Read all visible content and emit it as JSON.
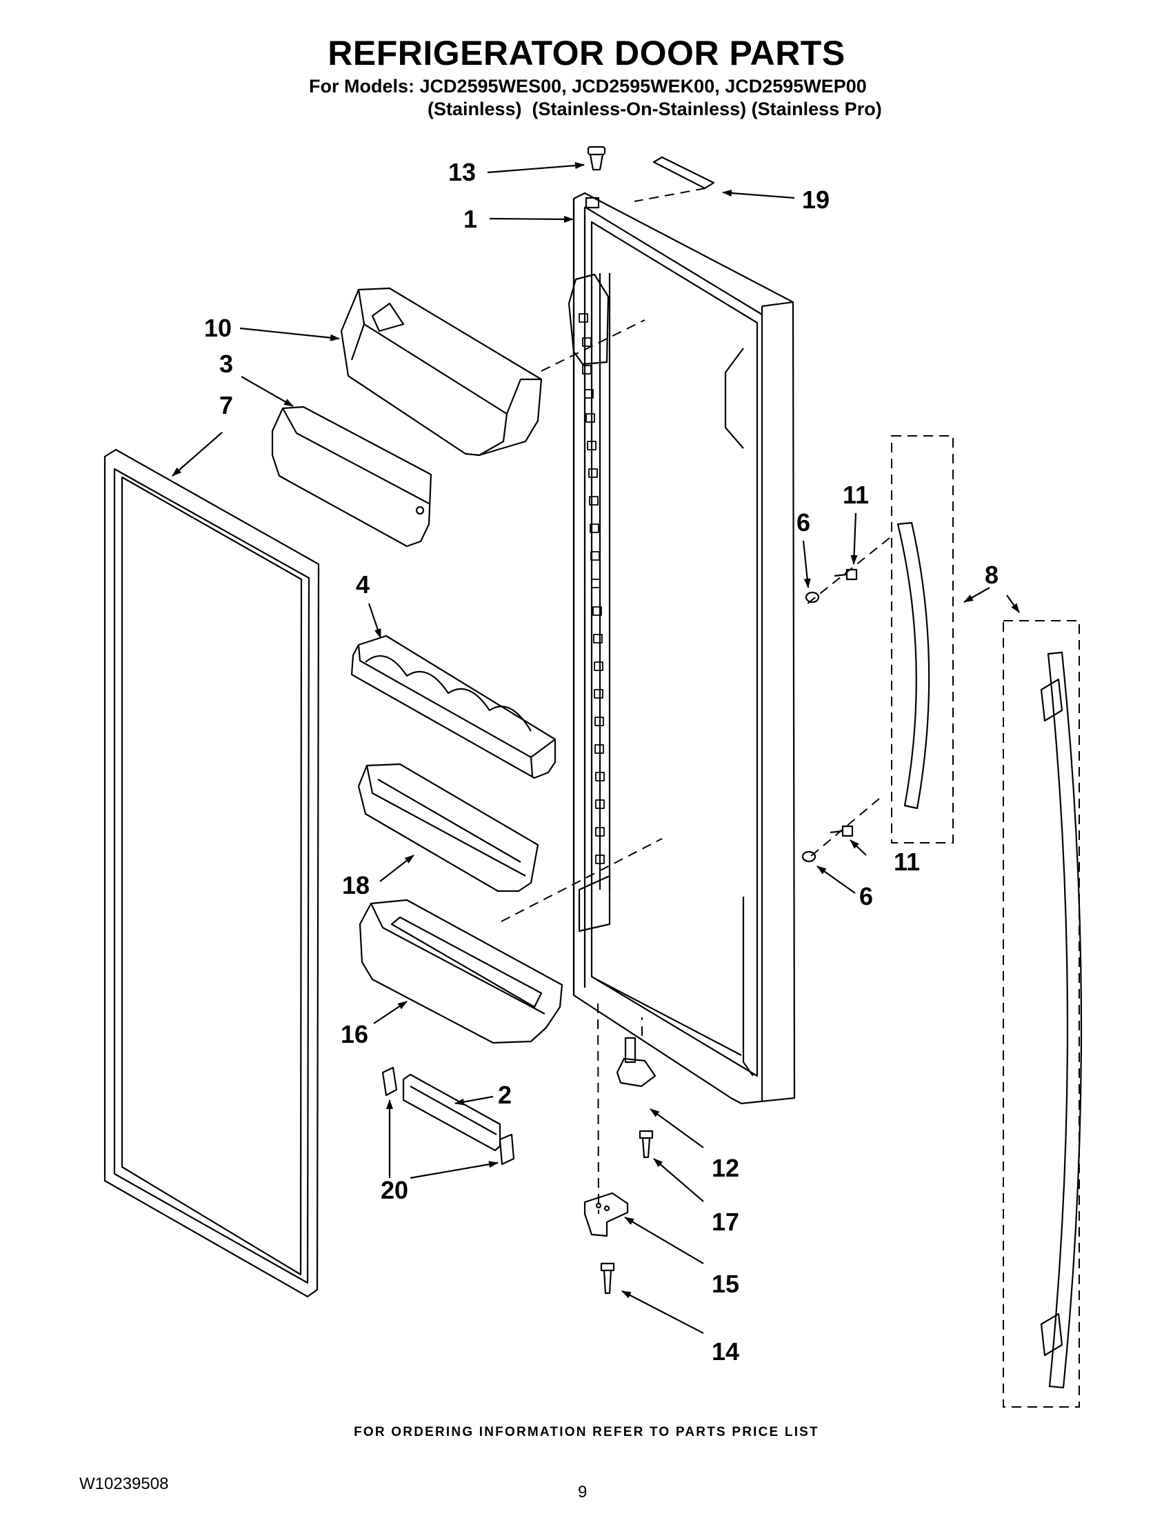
{
  "header": {
    "title": "REFRIGERATOR DOOR PARTS",
    "models_line": "For Models: JCD2595WES00, JCD2595WEK00, JCD2595WEP00",
    "variants_line": "(Stainless)  (Stainless-On-Stainless) (Stainless Pro)"
  },
  "callouts": {
    "c1": "1",
    "c2": "2",
    "c3": "3",
    "c4": "4",
    "c6a": "6",
    "c6b": "6",
    "c7": "7",
    "c8": "8",
    "c10": "10",
    "c11a": "11",
    "c11b": "11",
    "c12": "12",
    "c13": "13",
    "c14": "14",
    "c15": "15",
    "c16": "16",
    "c17": "17",
    "c18": "18",
    "c19": "19",
    "c20": "20"
  },
  "footer": {
    "ordering_note": "FOR ORDERING INFORMATION REFER TO PARTS PRICE LIST",
    "document_number": "W10239508",
    "page_number": "9"
  }
}
